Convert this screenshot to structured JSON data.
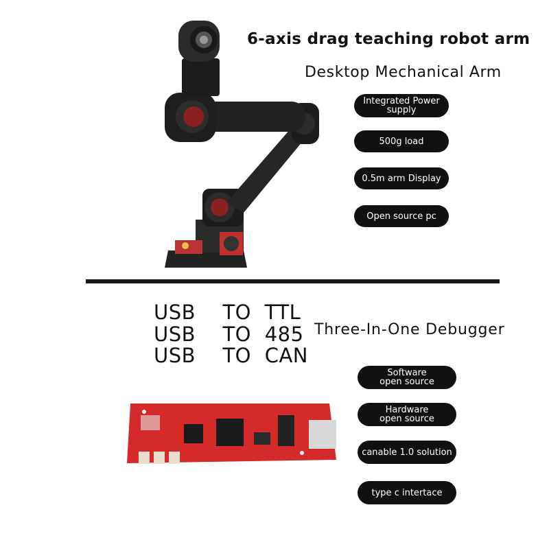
{
  "arm_section": {
    "title": "6-axis drag teaching robot arm",
    "subtitle": "Desktop Mechanical Arm",
    "features": [
      {
        "line1": "Integrated Power",
        "line2": "supply"
      },
      {
        "line1": "500g load",
        "line2": ""
      },
      {
        "line1": "0.5m arm Display",
        "line2": ""
      },
      {
        "line1": "Open source pc",
        "line2": ""
      }
    ]
  },
  "debugger_section": {
    "usb_lines": [
      "USB  TO TTL",
      "USB  TO 485",
      "USB  TO CAN"
    ],
    "title": "Three-In-One Debugger",
    "features": [
      {
        "line1": "Software",
        "line2": "open  source"
      },
      {
        "line1": "Hardware",
        "line2": "open source"
      },
      {
        "line1": "canable 1.0 solution",
        "line2": ""
      },
      {
        "line1": "type c intertace",
        "line2": ""
      }
    ]
  },
  "colors": {
    "pill_bg": "#111111",
    "pill_text": "#ffffff",
    "pcb_red": "#d42a2a",
    "arm_body": "#1c1c1c"
  }
}
